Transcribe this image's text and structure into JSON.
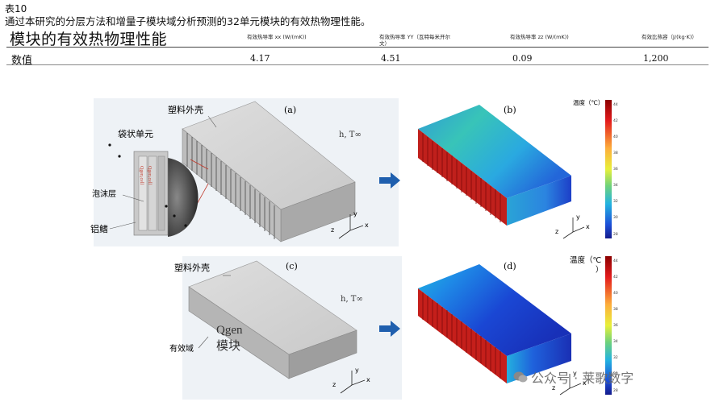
{
  "header": {
    "table_label": "表10",
    "caption": "通过本研究的分层方法和增量子模块域分析预测的32单元模块的有效热物理性能。"
  },
  "table": {
    "title": "模块的有效热物理性能",
    "columns": [
      "有效热导率 xx (W/(mK))",
      "有效热导率 YY（瓦特每米开尔文）",
      "有效热导率 zz (W/(mK))",
      "有效比热容（J/(kg·K)）"
    ],
    "row_label": "数值",
    "values": [
      "4.17",
      "4.51",
      "0.09",
      "1,200"
    ]
  },
  "figure": {
    "panel_a": {
      "tag": "(a)",
      "shell": "塑料外壳",
      "pouch": "袋状单元",
      "foam": "泡沫层",
      "fin": "铝鳍",
      "htinf": "h, T∞",
      "qgen_rot": [
        "Qgen,cell",
        "Qgen,cell"
      ]
    },
    "panel_b": {
      "tag": "(b)",
      "cb_title": "温度（℃）"
    },
    "panel_c": {
      "tag": "(c)",
      "shell": "塑料外壳",
      "htinf": "h, T∞",
      "domain": "有效域",
      "qgen": "Qgen",
      "module": "模块"
    },
    "panel_d": {
      "tag": "(d)",
      "cb_title_1": "温度（℃",
      "cb_title_2": "）"
    },
    "colorbar_ticks": [
      "44",
      "42",
      "40",
      "38",
      "36",
      "34",
      "32",
      "30",
      "28"
    ],
    "axes": {
      "x": "x",
      "y": "y",
      "z": "z"
    }
  },
  "watermark": "公众号 · 莱歌数字",
  "colors": {
    "hot": "#c81e1e",
    "cool": "#1a3fd0",
    "arrow": "#1f5fae"
  }
}
